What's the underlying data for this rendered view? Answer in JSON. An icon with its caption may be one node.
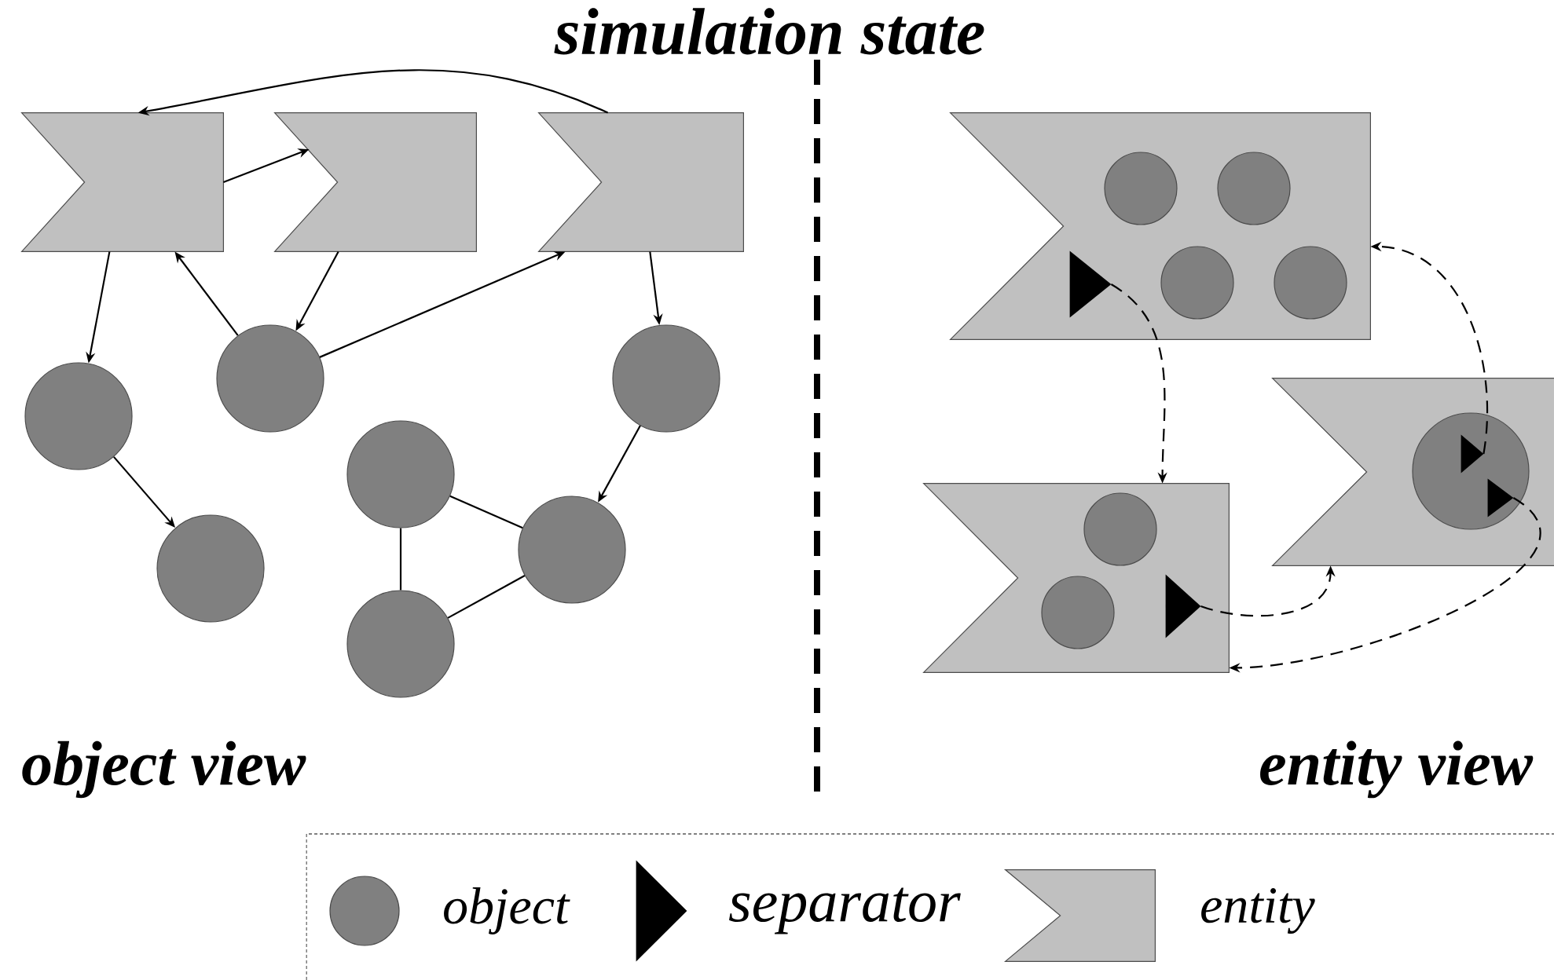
{
  "diagram": {
    "title": "simulation state",
    "nodes": [
      {
        "text": [],
        "shape": "box"
      },
      {
        "text": [],
        "shape": "box"
      },
      {
        "text": [],
        "shape": "box"
      },
      {
        "text": [],
        "shape": "circle"
      },
      {
        "text": [],
        "shape": "circle"
      },
      {
        "text": [],
        "shape": "circle"
      },
      {
        "text": [],
        "shape": "circle"
      },
      {
        "text": [],
        "shape": "circle"
      },
      {
        "text": [],
        "shape": "circle"
      },
      {
        "text": [],
        "shape": "circle"
      },
      {
        "text": [],
        "shape": "box"
      },
      {
        "text": [],
        "shape": "circle",
        "in": 10
      },
      {
        "text": [],
        "shape": "circle",
        "in": 10
      },
      {
        "text": [],
        "shape": "circle",
        "in": 10
      },
      {
        "text": [],
        "shape": "circle",
        "in": 10
      },
      {
        "text": [],
        "shape": "triangle",
        "in": 10
      },
      {
        "text": [],
        "shape": "box"
      },
      {
        "text": [],
        "shape": "circle",
        "in": 16
      },
      {
        "text": [],
        "shape": "triangle",
        "in": 17
      },
      {
        "text": [],
        "shape": "triangle",
        "in": 17
      },
      {
        "text": [],
        "shape": "box"
      },
      {
        "text": [],
        "shape": "circle",
        "in": 20
      },
      {
        "text": [],
        "shape": "circle",
        "in": 20
      },
      {
        "text": [],
        "shape": "triangle",
        "in": 20
      }
    ],
    "edges": [
      {
        "from": 2,
        "to": 0,
        "arrow": "to"
      },
      {
        "from": 0,
        "to": 1,
        "arrow": "to"
      },
      {
        "from": 0,
        "to": 3,
        "arrow": "to"
      },
      {
        "from": 4,
        "to": 0,
        "arrow": "to"
      },
      {
        "from": 1,
        "to": 4,
        "arrow": "to"
      },
      {
        "from": 4,
        "to": 2,
        "arrow": "to"
      },
      {
        "from": 2,
        "to": 5,
        "arrow": "to"
      },
      {
        "from": 3,
        "to": 6,
        "arrow": "to"
      },
      {
        "from": 5,
        "to": 8,
        "arrow": "to"
      },
      {
        "from": 7,
        "to": 8,
        "arrow": "none"
      },
      {
        "from": 7,
        "to": 9,
        "arrow": "none"
      },
      {
        "from": 9,
        "to": 8,
        "arrow": "none"
      },
      {
        "from": 15,
        "to": 20,
        "arrow": "to",
        "style": "dashed"
      },
      {
        "from": 23,
        "to": 16,
        "arrow": "to",
        "style": "dashed"
      },
      {
        "from": 18,
        "to": 10,
        "arrow": "to",
        "style": "dashed"
      },
      {
        "from": 19,
        "to": 20,
        "arrow": "to",
        "style": "dashed"
      }
    ],
    "labels": [
      "object view",
      "entity view"
    ],
    "legend": [
      {
        "text": "object"
      },
      {
        "text": "separator"
      },
      {
        "text": "entity"
      }
    ]
  }
}
